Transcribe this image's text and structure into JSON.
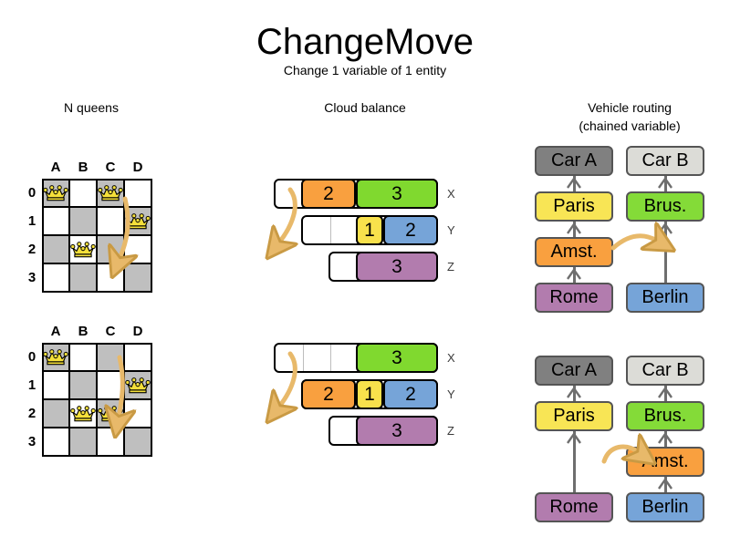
{
  "header": {
    "title": "ChangeMove",
    "subtitle": "Change 1 variable of 1 entity"
  },
  "columns": [
    {
      "id": "n-queens",
      "title": "N queens"
    },
    {
      "id": "cloud-balance",
      "title": "Cloud balance"
    },
    {
      "id": "vehicle-routing",
      "title": "Vehicle routing",
      "title2": "(chained variable)"
    }
  ],
  "nqueens": {
    "col_labels": [
      "A",
      "B",
      "C",
      "D"
    ],
    "row_labels": [
      "0",
      "1",
      "2",
      "3"
    ],
    "before": {
      "queens": [
        {
          "col": 0,
          "row": 0
        },
        {
          "col": 2,
          "row": 0
        },
        {
          "col": 3,
          "row": 1
        },
        {
          "col": 1,
          "row": 2
        }
      ],
      "move": {
        "from_col": 2,
        "from_row": 0,
        "to_col": 2,
        "to_row": 2
      }
    },
    "after": {
      "queens": [
        {
          "col": 0,
          "row": 0
        },
        {
          "col": 3,
          "row": 1
        },
        {
          "col": 1,
          "row": 2
        },
        {
          "col": 2,
          "row": 2
        }
      ],
      "move": {
        "from_col": 2,
        "from_row": 0,
        "to_col": 2,
        "to_row": 2
      }
    }
  },
  "cloud": {
    "colors": {
      "orange": "#f9a03f",
      "green": "#80d92f",
      "yellow": "#f8e14c",
      "blue": "#76a4d8",
      "purple": "#b27cae",
      "empty": "#ffffff"
    },
    "before": {
      "rows": [
        {
          "label": "X",
          "empty": 1,
          "segments": [
            {
              "value": "2",
              "units": 2,
              "color": "orange"
            },
            {
              "value": "3",
              "units": 3,
              "color": "green"
            }
          ]
        },
        {
          "label": "Y",
          "empty": 2,
          "segments": [
            {
              "value": "1",
              "units": 1,
              "color": "yellow"
            },
            {
              "value": "2",
              "units": 2,
              "color": "blue"
            }
          ]
        },
        {
          "label": "Z",
          "empty": 1,
          "segments": [
            {
              "value": "3",
              "units": 3,
              "color": "purple"
            }
          ]
        }
      ]
    },
    "after": {
      "rows": [
        {
          "label": "X",
          "empty": 3,
          "segments": [
            {
              "value": "3",
              "units": 3,
              "color": "green"
            }
          ]
        },
        {
          "label": "Y",
          "empty": 0,
          "segments": [
            {
              "value": "2",
              "units": 2,
              "color": "orange"
            },
            {
              "value": "1",
              "units": 1,
              "color": "yellow"
            },
            {
              "value": "2",
              "units": 2,
              "color": "blue"
            }
          ]
        },
        {
          "label": "Z",
          "empty": 1,
          "segments": [
            {
              "value": "3",
              "units": 3,
              "color": "purple"
            }
          ]
        }
      ]
    }
  },
  "routing": {
    "colors": {
      "car_a": "#808080",
      "car_b": "#dcdcd7",
      "paris": "#f8e555",
      "brussels": "#84db38",
      "amsterdam": "#f9a03f",
      "rome": "#b27cae",
      "berlin": "#76a4d8"
    },
    "before": {
      "chain_a": [
        "Car A",
        "Paris",
        "Amst.",
        "Rome"
      ],
      "chain_b": [
        "Car B",
        "Brus.",
        "Berlin"
      ]
    },
    "after": {
      "chain_a": [
        "Car A",
        "Paris",
        "Rome"
      ],
      "chain_b": [
        "Car B",
        "Brus.",
        "Amst.",
        "Berlin"
      ]
    },
    "moved_entity": "Amst."
  }
}
